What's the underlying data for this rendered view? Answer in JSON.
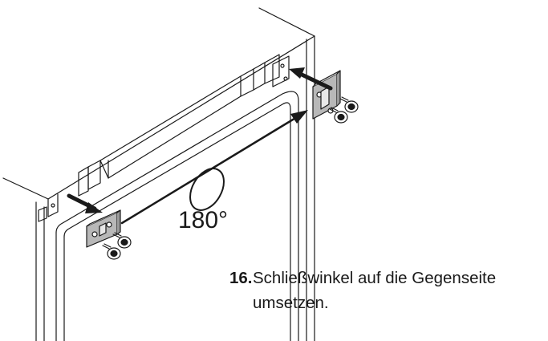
{
  "diagram": {
    "rotation_label": "180°",
    "step": {
      "number": "16.",
      "text": "Schließwinkel auf die Gegenseite umsetzen."
    },
    "colors": {
      "line": "#1a1a1a",
      "bracket": "#b8b8b8",
      "background": "#ffffff"
    }
  }
}
